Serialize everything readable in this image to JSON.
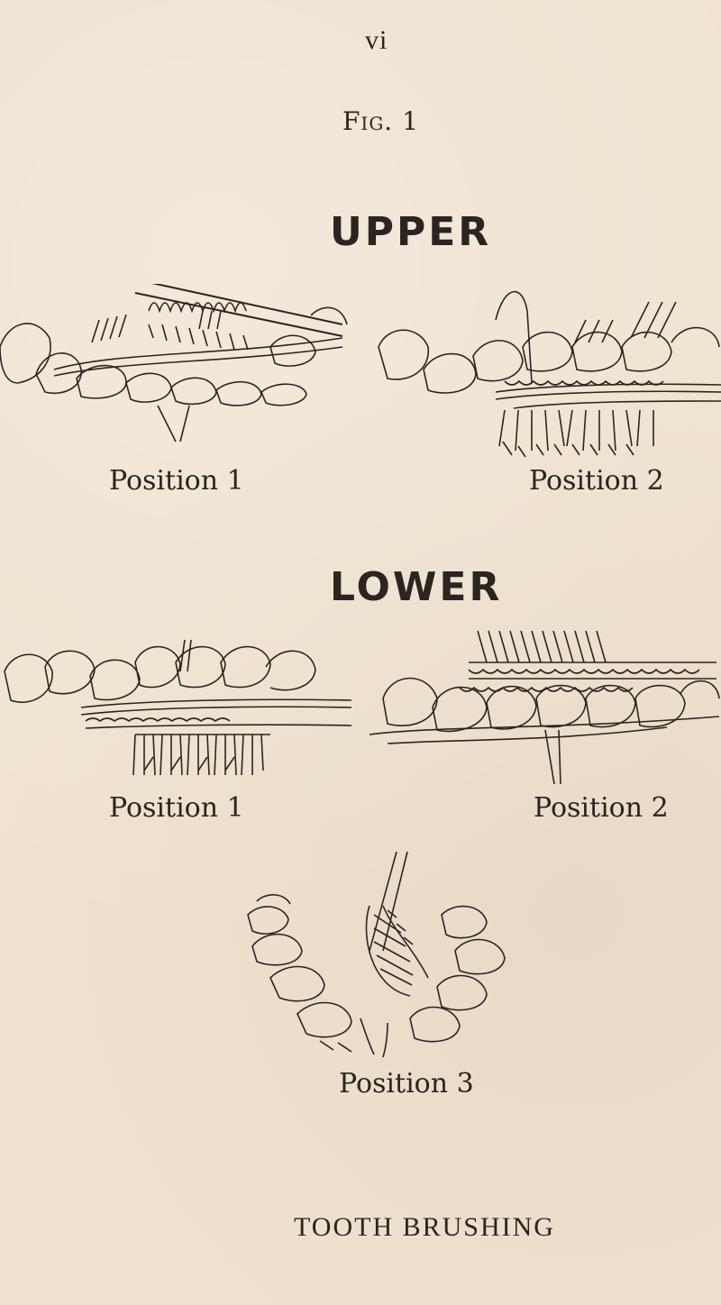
{
  "page_number": "vi",
  "figure_label": "Fig. 1",
  "upper": {
    "title": "UPPER",
    "position_1": "Position 1",
    "position_2": "Position 2"
  },
  "lower": {
    "title": "LOWER",
    "position_1": "Position 1",
    "position_2": "Position 2"
  },
  "position_3": "Position 3",
  "caption": "TOOTH BRUSHING",
  "illustrations": [
    "upper-position-1-illustration",
    "upper-position-2-illustration",
    "lower-position-1-illustration",
    "lower-position-2-illustration",
    "position-3-illustration"
  ]
}
